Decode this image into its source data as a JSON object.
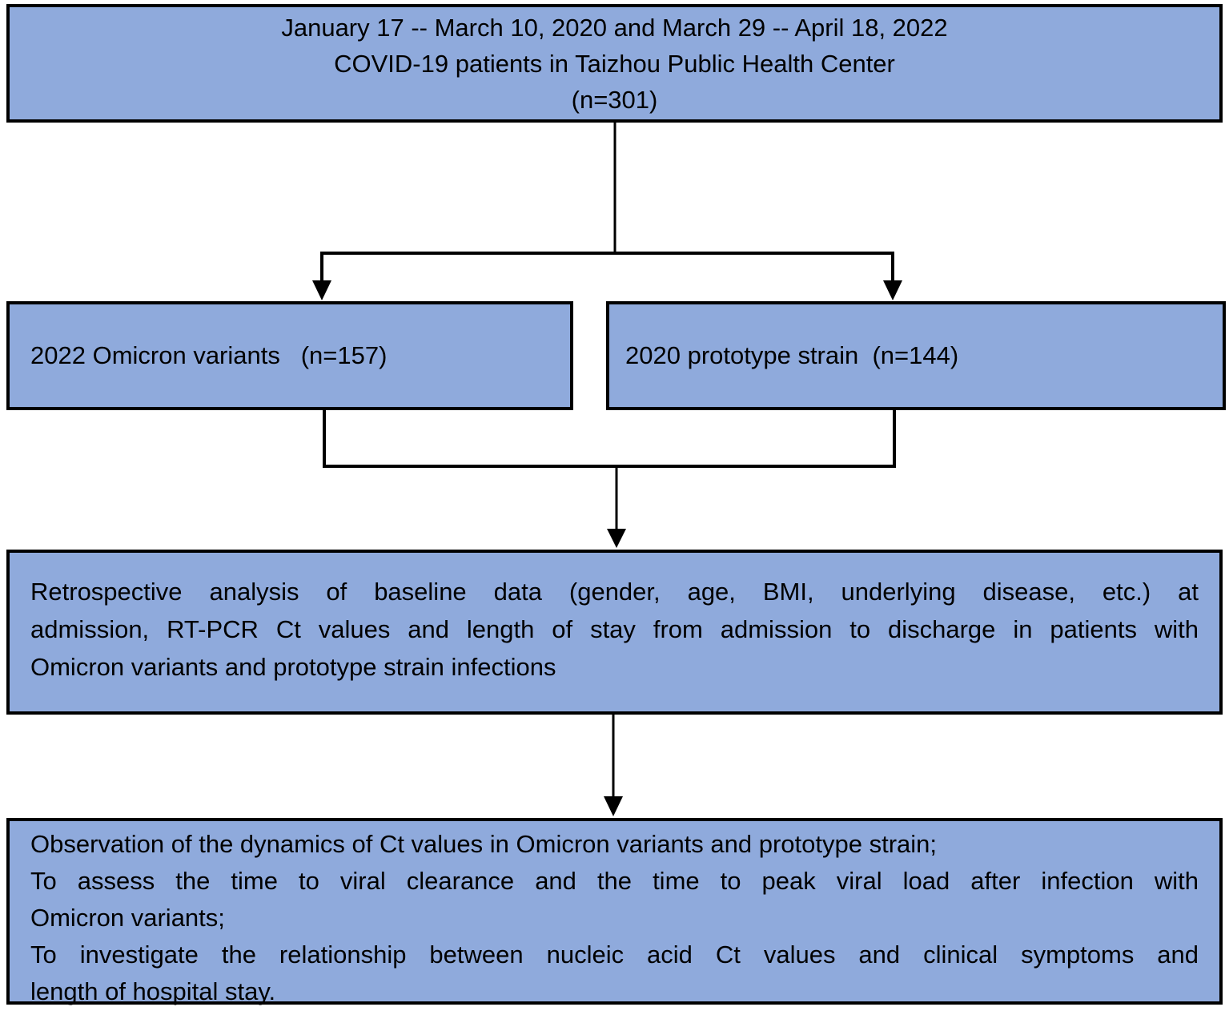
{
  "flowchart": {
    "colors": {
      "box_fill": "#8FAADC",
      "box_border": "#000000",
      "connector": "#000000",
      "text": "#000000"
    },
    "cohort_box": {
      "line1": "January 17 -- March 10, 2020 and March 29 -- April 18, 2022",
      "line2": "COVID-19 patients in Taizhou Public Health Center",
      "line3": "(n=301)"
    },
    "omicron_box": {
      "label": "2022 Omicron variants   (n=157)"
    },
    "prototype_box": {
      "label": "2020 prototype strain  (n=144)"
    },
    "analysis_box": {
      "line1": "Retrospective analysis of baseline data (gender, age, BMI, underlying disease, etc.) at",
      "line2": "admission, RT-PCR Ct values and length of stay from admission to discharge in patients with",
      "line3": "Omicron variants and prototype strain infections"
    },
    "objectives_box": {
      "line1": "Observation of the dynamics of Ct values in Omicron variants and prototype strain;",
      "line2": "To assess the time to viral clearance and the time to peak viral load after infection with",
      "line3": "Omicron variants;",
      "line4": "To investigate the relationship between nucleic acid Ct values and clinical symptoms and",
      "line5": "length of hospital stay."
    }
  }
}
